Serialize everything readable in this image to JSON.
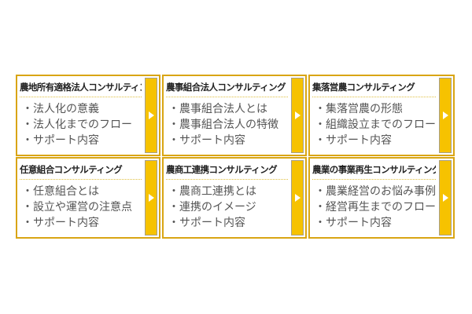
{
  "cards": [
    {
      "title": "農地所有適格法人コンサルティング",
      "items": [
        "法人化の意義",
        "法人化までのフロー",
        "サポート内容"
      ]
    },
    {
      "title": "農事組合法人コンサルティング",
      "items": [
        "農事組合法人とは",
        "農事組合法人の特徴",
        "サポート内容"
      ]
    },
    {
      "title": "集落営農コンサルティング",
      "items": [
        "集落営農の形態",
        "組織設立までのフロー",
        "サポート内容"
      ]
    },
    {
      "title": "任意組合コンサルティング",
      "items": [
        "任意組合とは",
        "設立や運営の注意点",
        "サポート内容"
      ]
    },
    {
      "title": "農商工連携コンサルティング",
      "items": [
        "農商工連携とは",
        "連携のイメージ",
        "サポート内容"
      ]
    },
    {
      "title": "農業の事業再生コンサルティング",
      "items": [
        "農業経営のお悩み事例",
        "経営再生までのフロー",
        "サポート内容"
      ]
    }
  ],
  "colors": {
    "border": "#d9a514",
    "bar": "#f6c200"
  }
}
